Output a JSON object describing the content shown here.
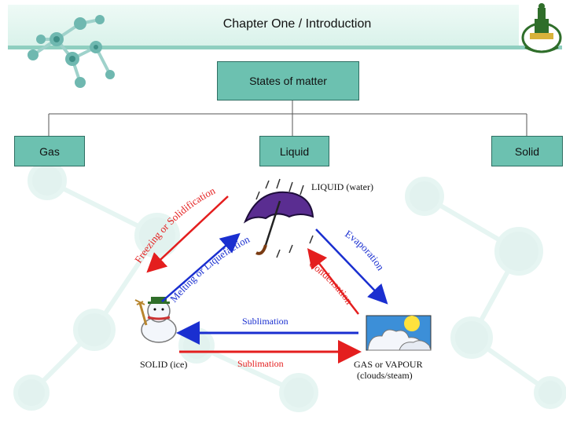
{
  "header": {
    "title": "Chapter One / Introduction"
  },
  "tree": {
    "root": "States of matter",
    "children": [
      "Gas",
      "Liquid",
      "Solid"
    ]
  },
  "diagram": {
    "liquid_label": "LIQUID (water)",
    "solid_label": "SOLID (ice)",
    "gas_label": "GAS or VAPOUR",
    "gas_sublabel": "(clouds/steam)",
    "freezing": "Freezing or Solidification",
    "melting": "Melting or Liquefaction",
    "evaporation": "Evaporation",
    "condensation": "Condensation",
    "sublimation_top": "Sublimation",
    "sublimation_bottom": "Sublimation"
  },
  "colors": {
    "box_fill": "#6cc1b0",
    "red_arrow": "#e41e1e",
    "blue_arrow": "#1a2fd0",
    "red_text": "#e41e1e",
    "blue_text": "#1a2fd0"
  },
  "icons": [
    "molecule-icon",
    "university-logo-icon",
    "umbrella-rain-icon",
    "snowman-icon",
    "sun-cloud-icon"
  ]
}
